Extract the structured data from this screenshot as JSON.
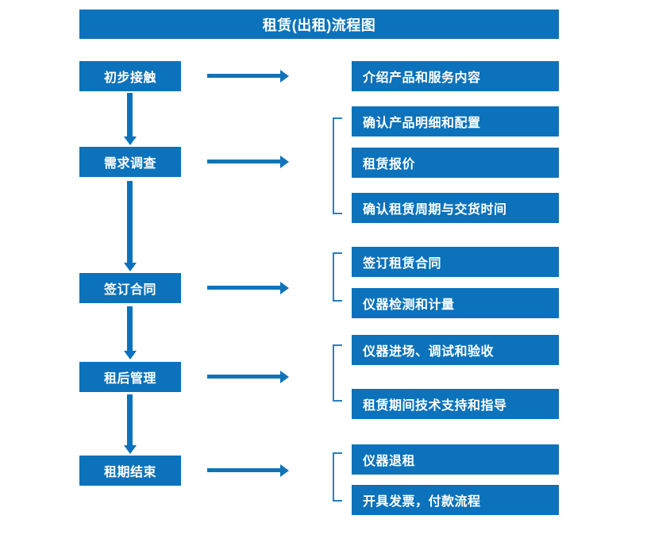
{
  "title": "租赁(出租)流程图",
  "colors": {
    "brand_blue": "#0b72bb",
    "arrow_blue": "#1273b9",
    "bracket_blue": "#2a7fc0",
    "box_text": "#ffffff",
    "background": "#ffffff"
  },
  "stages": [
    {
      "label": "初步接触"
    },
    {
      "label": "需求调查"
    },
    {
      "label": "签订合同"
    },
    {
      "label": "租后管理"
    },
    {
      "label": "租期结束"
    }
  ],
  "details": {
    "group1": [
      {
        "label": "介绍产品和服务内容"
      }
    ],
    "group2": [
      {
        "label": "确认产品明细和配置"
      },
      {
        "label": "租赁报价"
      },
      {
        "label": "确认租赁周期与交货时间"
      }
    ],
    "group3": [
      {
        "label": "签订租赁合同"
      },
      {
        "label": "仪器检测和计量"
      }
    ],
    "group4": [
      {
        "label": "仪器进场、调试和验收"
      },
      {
        "label": "租赁期间技术支持和指导"
      }
    ],
    "group5": [
      {
        "label": "仪器退租"
      },
      {
        "label": "开具发票，付款流程"
      }
    ]
  }
}
